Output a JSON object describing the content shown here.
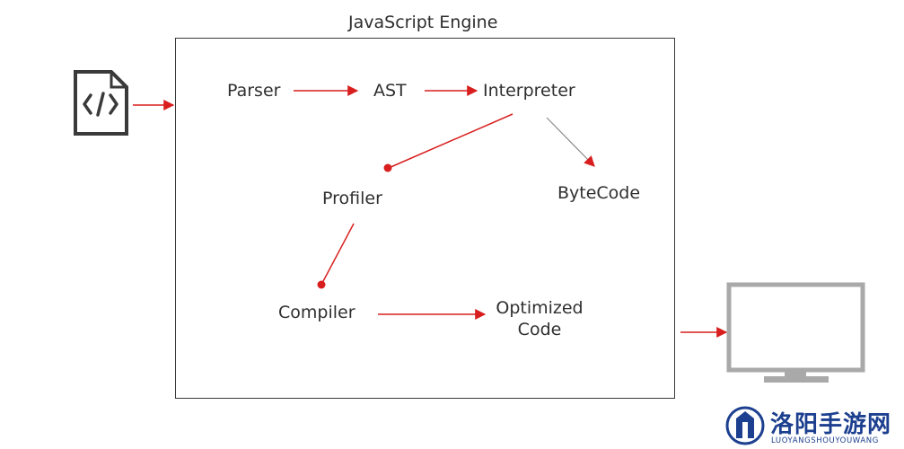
{
  "engine": {
    "title": "JavaScript Engine"
  },
  "nodes": {
    "parser": "Parser",
    "ast": "AST",
    "interpreter": "Interpreter",
    "profiler": "Profiler",
    "bytecode": "ByteCode",
    "compiler": "Compiler",
    "optimized_line1": "Optimized",
    "optimized_line2": "Code"
  },
  "icons": {
    "source": "code-file-icon",
    "output": "monitor-icon"
  },
  "colors": {
    "arrow_red": "#d81e1e",
    "arrow_gray": "#8a8a8a",
    "stroke_dark": "#3a3a3a",
    "monitor_gray": "#a9a9a9",
    "watermark_blue": "#1c3f8f"
  },
  "watermark": {
    "title": "洛阳手游网",
    "subtitle": "LUOYANGSHOUYOUWANG"
  }
}
